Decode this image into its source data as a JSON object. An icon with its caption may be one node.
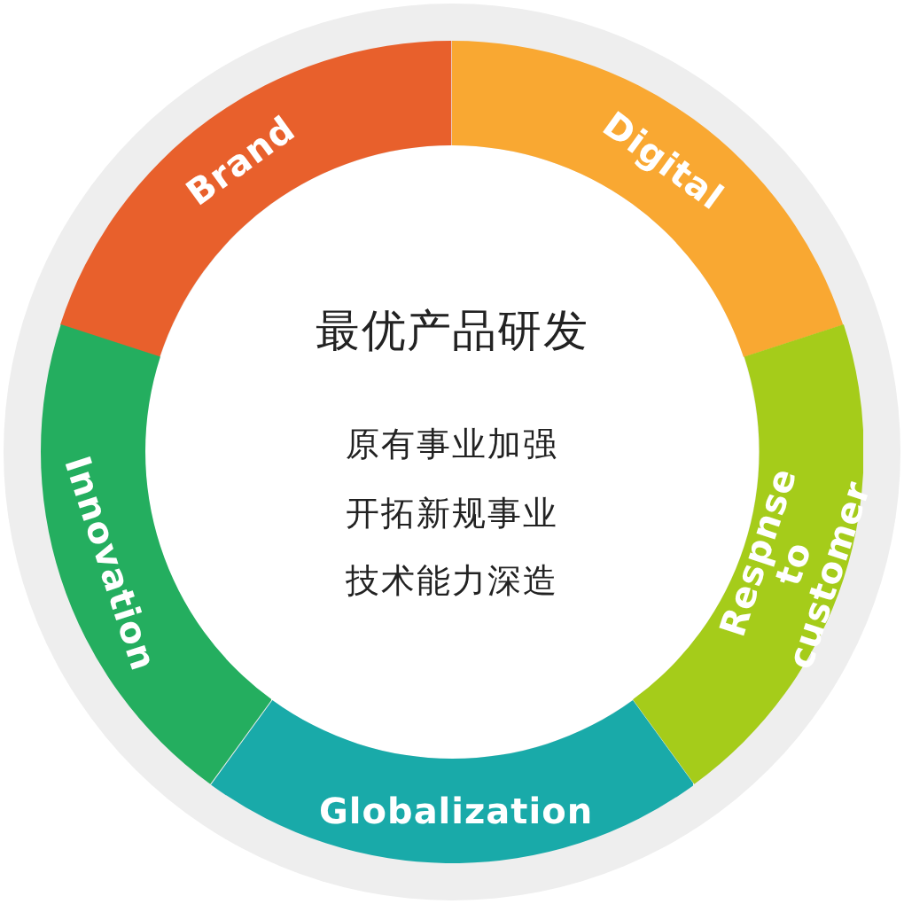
{
  "diagram": {
    "nodes": [
      {
        "text": [
          "最优产品研发",
          "原有事业加强",
          "开拓新规事业",
          "技术能力深造"
        ]
      },
      {
        "text": [
          "Brand"
        ]
      },
      {
        "text": [
          "Digital"
        ]
      },
      {
        "text": [
          "Respnse to customer"
        ]
      },
      {
        "text": [
          "Globalization"
        ]
      },
      {
        "text": [
          "Innovation"
        ]
      }
    ]
  }
}
